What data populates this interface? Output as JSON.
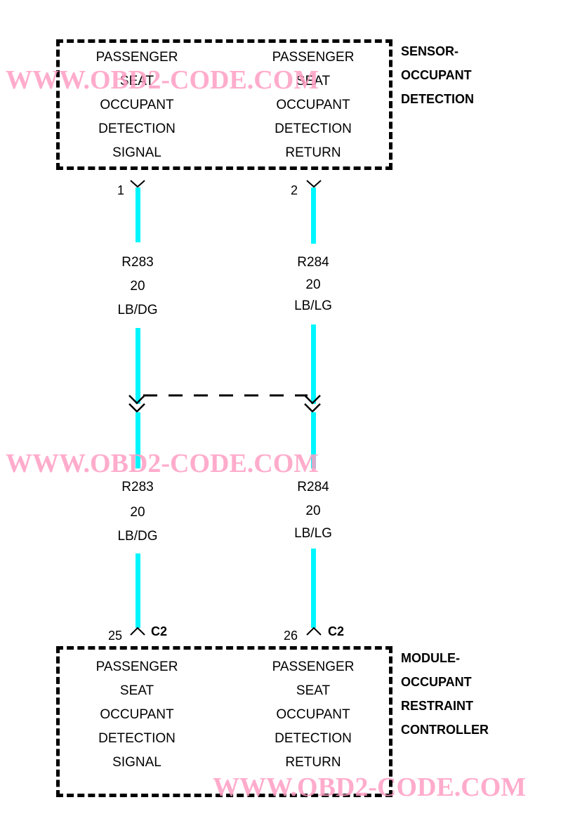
{
  "top_component": {
    "title": [
      "SENSOR-",
      "OCCUPANT",
      "DETECTION"
    ],
    "pins": [
      {
        "lines": [
          "PASSENGER",
          "SEAT",
          "OCCUPANT",
          "DETECTION",
          "SIGNAL"
        ],
        "pin": "1"
      },
      {
        "lines": [
          "PASSENGER",
          "SEAT",
          "OCCUPANT",
          "DETECTION",
          "RETURN"
        ],
        "pin": "2"
      }
    ]
  },
  "upper_wires": [
    {
      "circuit": "R283",
      "gauge": "20",
      "color": "LB/DG"
    },
    {
      "circuit": "R284",
      "gauge": "20",
      "color": "LB/LG"
    }
  ],
  "lower_wires": [
    {
      "circuit": "R283",
      "gauge": "20",
      "color": "LB/DG"
    },
    {
      "circuit": "R284",
      "gauge": "20",
      "color": "LB/LG"
    }
  ],
  "bottom_component": {
    "title": [
      "MODULE-",
      "OCCUPANT",
      "RESTRAINT",
      "CONTROLLER"
    ],
    "connector": "C2",
    "pins": [
      {
        "lines": [
          "PASSENGER",
          "SEAT",
          "OCCUPANT",
          "DETECTION",
          "SIGNAL"
        ],
        "pin": "25"
      },
      {
        "lines": [
          "PASSENGER",
          "SEAT",
          "OCCUPANT",
          "DETECTION",
          "RETURN"
        ],
        "pin": "26"
      }
    ]
  },
  "watermark": "WWW.OBD2-CODE.COM",
  "colors": {
    "wire": "#00f6ff",
    "watermark": "#ff9ec4",
    "line": "#000000"
  }
}
